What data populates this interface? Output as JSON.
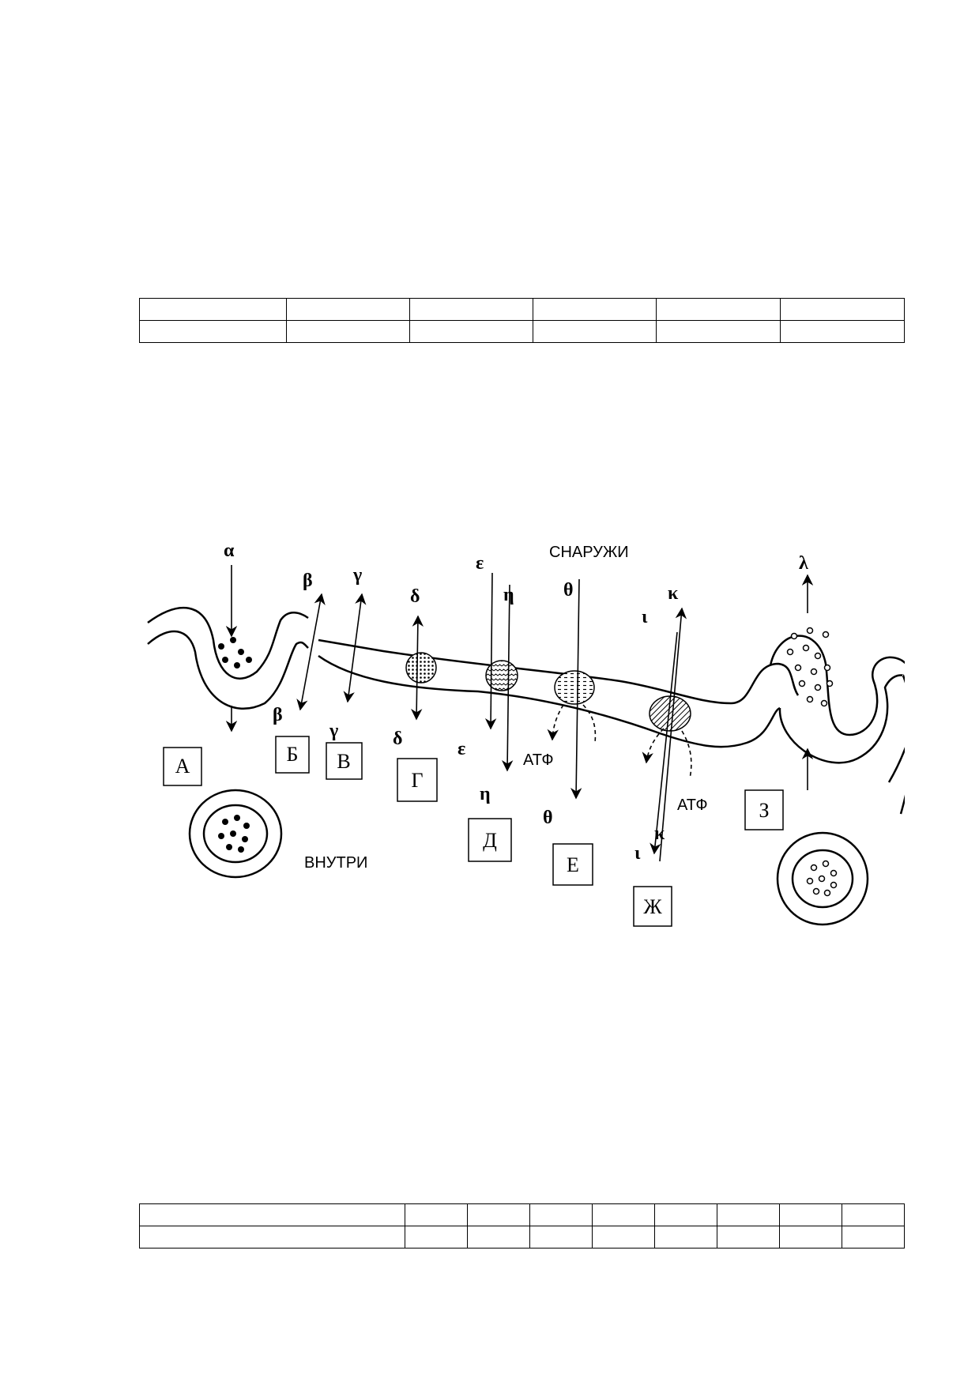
{
  "tables": {
    "top": {
      "rows": 2,
      "cols": 6
    },
    "bottom": {
      "rows": 2,
      "cols": 9
    }
  },
  "diagram": {
    "region_labels": {
      "outside": "СНАРУЖИ",
      "inside": "ВНУТРИ"
    },
    "atp_label": "АТФ",
    "box_labels": [
      "А",
      "Б",
      "В",
      "Г",
      "Д",
      "Е",
      "Ж",
      "З"
    ],
    "greek": {
      "alpha": "α",
      "beta": "β",
      "gamma": "γ",
      "delta": "δ",
      "epsilon": "ε",
      "eta": "η",
      "theta": "θ",
      "iota": "ι",
      "kappa": "κ",
      "lambda": "λ"
    }
  }
}
